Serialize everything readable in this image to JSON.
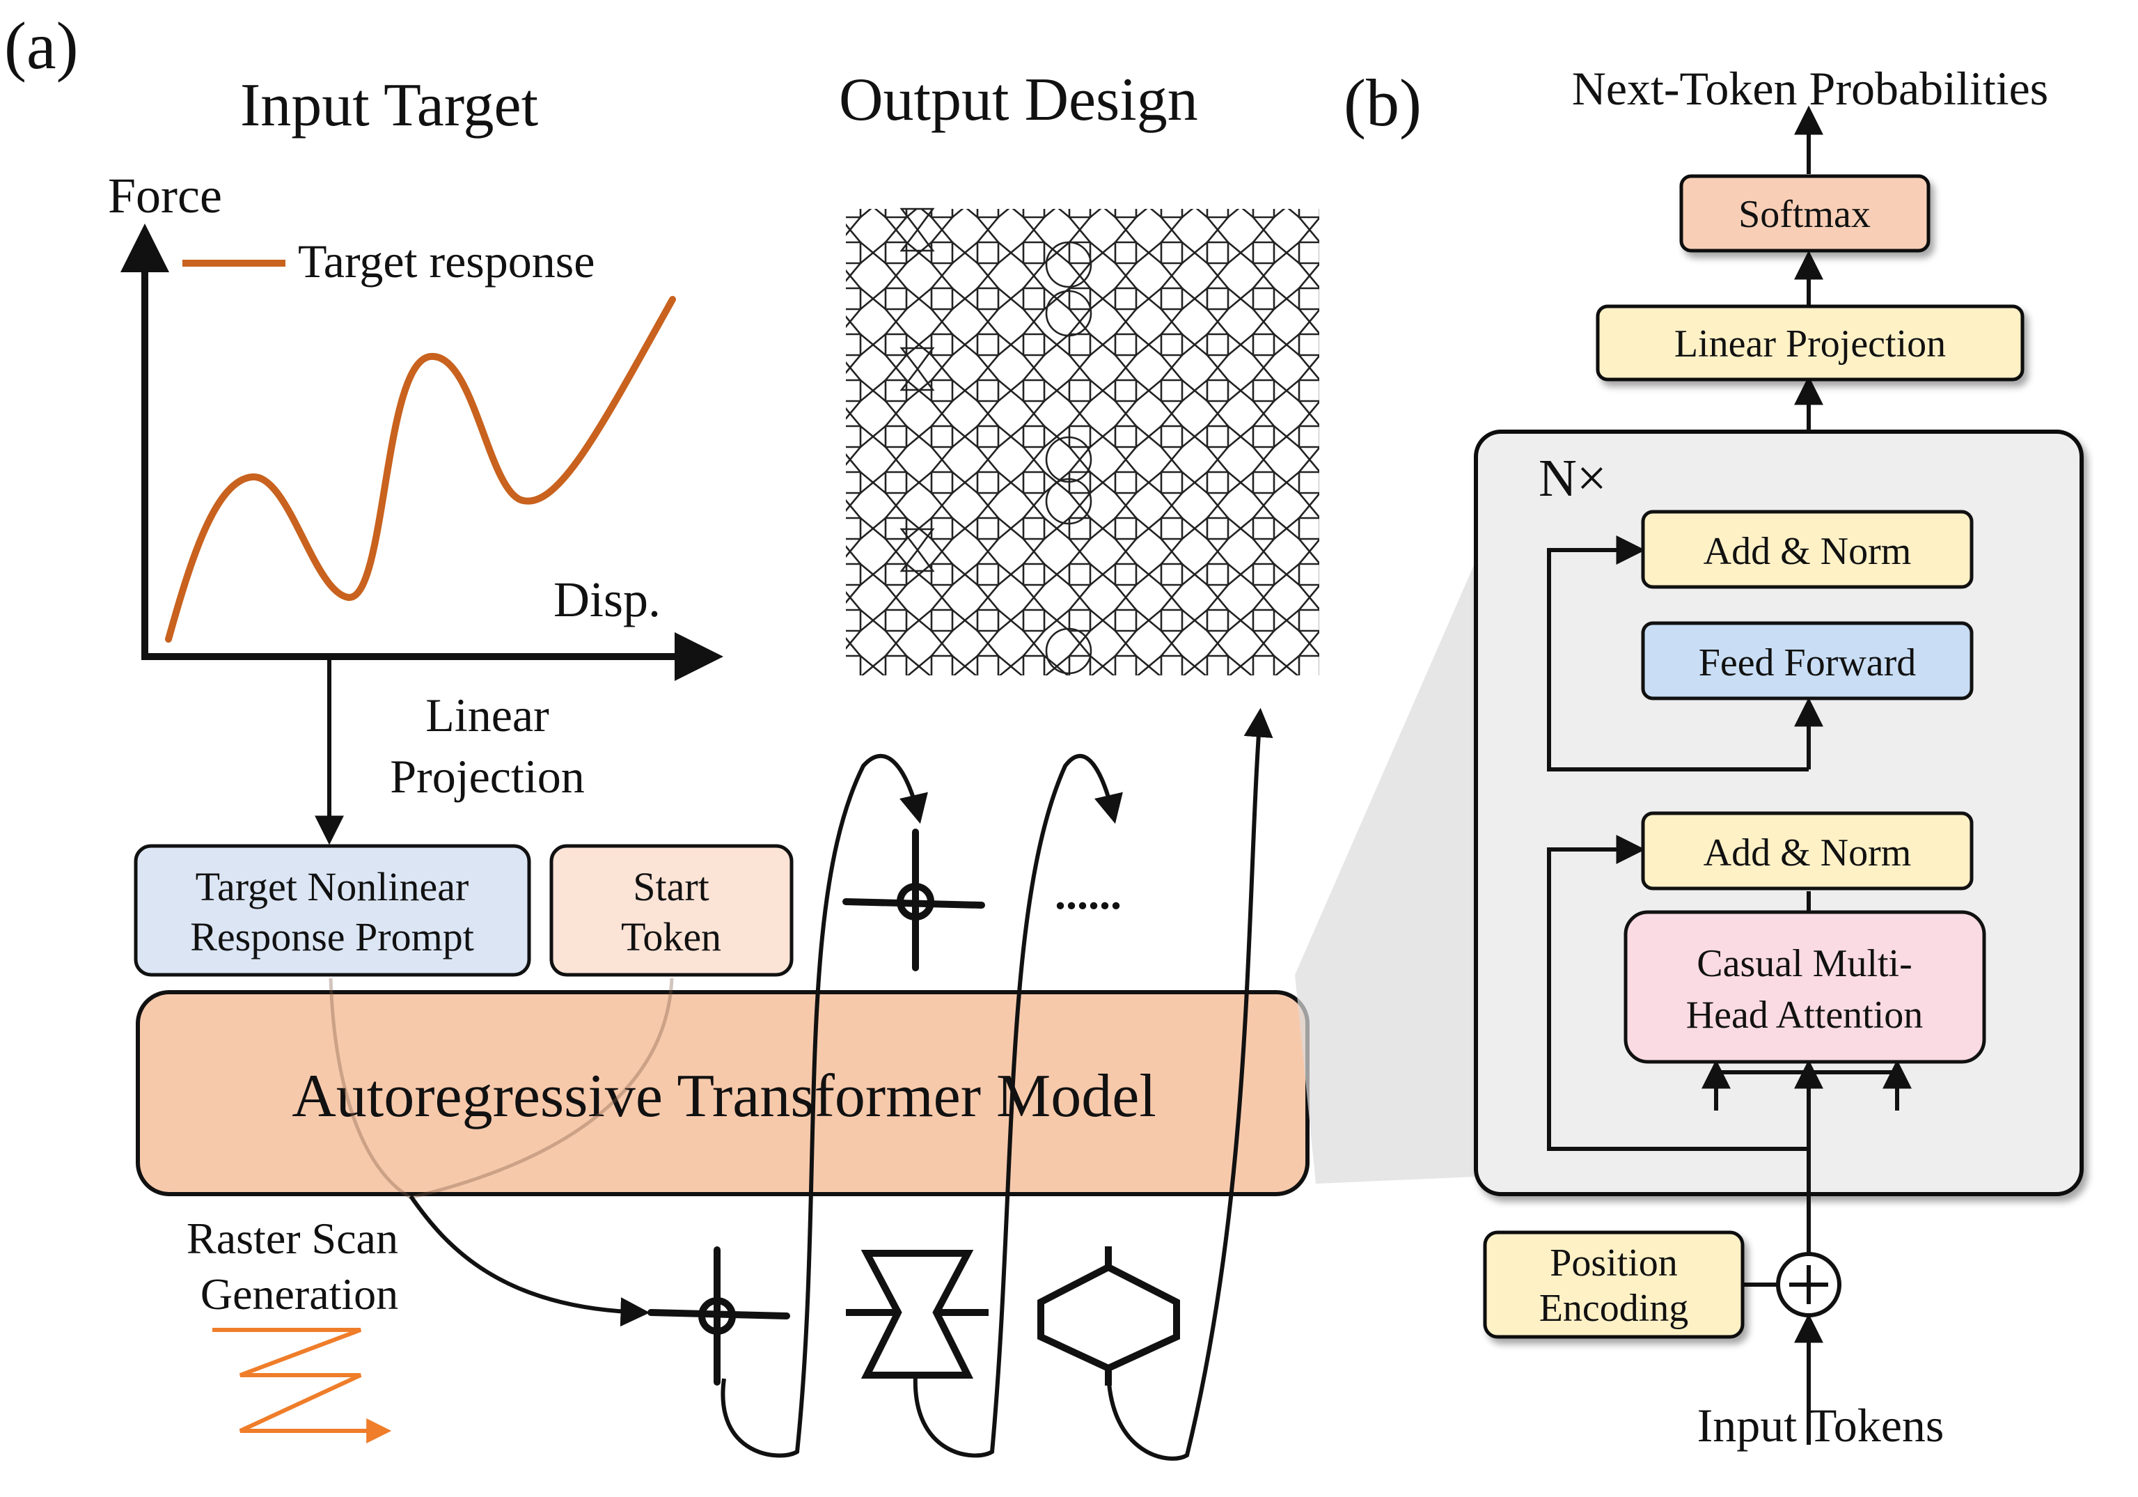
{
  "panel_a": {
    "label": "(a)",
    "input_title": "Input Target",
    "output_title": "Output Design",
    "y_axis_label": "Force",
    "x_axis_label": "Disp.",
    "legend": "Target response",
    "linear_projection_line1": "Linear",
    "linear_projection_line2": "Projection",
    "prompt_line1": "Target Nonlinear",
    "prompt_line2": "Response Prompt",
    "start_line1": "Start",
    "start_line2": "Token",
    "model_label": "Autoregressive Transformer Model",
    "raster_line1": "Raster Scan",
    "raster_line2": "Generation",
    "ellipsis": "......"
  },
  "panel_b": {
    "label": "(b)",
    "output_label": "Next-Token Probabilities",
    "softmax": "Softmax",
    "linear_projection": "Linear Projection",
    "repeat": "N×",
    "add_norm_top": "Add & Norm",
    "feed_forward": "Feed Forward",
    "add_norm_bottom": "Add & Norm",
    "attention_line1": "Casual Multi-",
    "attention_line2": "Head Attention",
    "position_line1": "Position",
    "position_line2": "Encoding",
    "input_label": "Input Tokens"
  },
  "colors": {
    "response_curve": "#c8621e",
    "raster_arrow": "#ef7d2a",
    "model_fill": "#f7c9ab",
    "prompt_fill": "#dbe5f4",
    "start_fill": "#fbe3d6",
    "norm_fill": "#fff1c6",
    "ff_fill": "#c9def5",
    "attn_fill": "#fadbe3",
    "softmax_fill": "#f8cfb6",
    "block_bg": "#eeeeee"
  }
}
